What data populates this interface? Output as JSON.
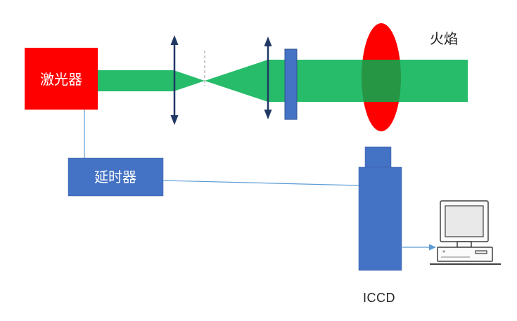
{
  "labels": {
    "laser": "激光器",
    "delay_generator": "延时器",
    "flame": "火焰",
    "detector": "ICCD"
  },
  "colors": {
    "laser_red": "#FF0000",
    "beam_green": "#00B050",
    "device_blue": "#4472C4",
    "lens_navy": "#1F3864",
    "connector_blue": "#5B9BD5"
  }
}
